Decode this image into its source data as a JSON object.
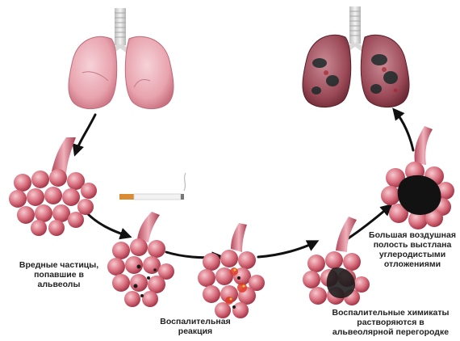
{
  "labels": {
    "particles": "Вредные частицы,\nпопавшие в\nальвеолы",
    "inflammation": "Воспалительная\nреакция",
    "chemicals": "Воспалительные химикаты\nрастворяются в\nальвеолярной перегородке",
    "cavity": "Большая воздушная\nполость выстлана\nуглеродистыми\nотложениями"
  },
  "colors": {
    "lung_healthy": "#e8a3ae",
    "lung_damaged": "#9c4a58",
    "alveoli": "#c94a5c",
    "trachea": "#e2e2e2",
    "arrow": "#111111",
    "deposit": "#1a1a1a",
    "inflammation": "#e03a2a"
  },
  "icons": [
    "healthy-lungs",
    "damaged-lungs",
    "alveoli-cluster",
    "cigarette",
    "cycle-arrow"
  ]
}
